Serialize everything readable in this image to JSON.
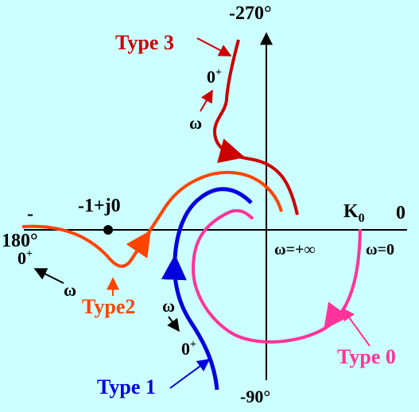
{
  "axis_labels": {
    "top": "-270°",
    "bottom": "-90°",
    "left_sign": "-",
    "left": "180°",
    "right_zero": "0",
    "k0": "K",
    "k0_sub": "0"
  },
  "point": {
    "label": "-1+j0"
  },
  "omega_labels": {
    "plus_inf": "ω=+∞",
    "zero": "ω=0"
  },
  "curves": {
    "type0": {
      "label": "Type 0",
      "color": "#ff3399"
    },
    "type1": {
      "label": "Type 1",
      "color": "#0000dd",
      "zero_label": "0",
      "zero_sup": "+",
      "omega": "ω"
    },
    "type2": {
      "label": "Type2",
      "color": "#ff4400",
      "zero_label": "0",
      "zero_sup": "+",
      "omega": "ω"
    },
    "type3": {
      "label": "Type 3",
      "color": "#cc0000",
      "zero_label": "0",
      "zero_sup": "+",
      "omega": "ω"
    }
  },
  "colors": {
    "background": "#ccffff",
    "axis": "#000000"
  }
}
